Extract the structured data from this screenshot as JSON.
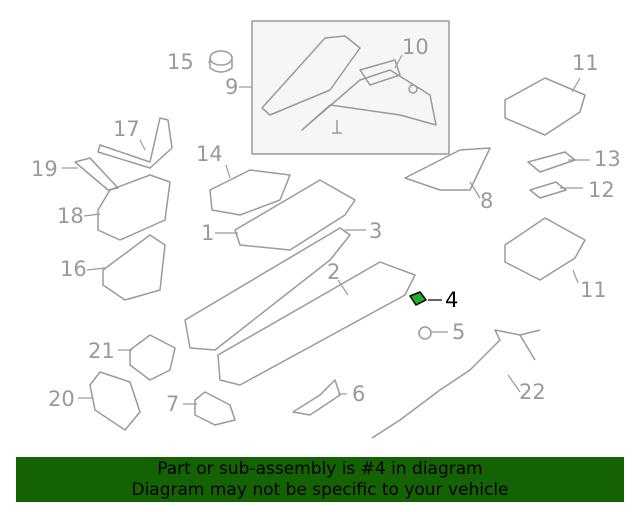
{
  "callouts": {
    "c1": "1",
    "c2": "2",
    "c3": "3",
    "c4": "4",
    "c5": "5",
    "c6": "6",
    "c7": "7",
    "c8": "8",
    "c9": "9",
    "c10": "10",
    "c11a": "11",
    "c11b": "11",
    "c12": "12",
    "c13": "13",
    "c14": "14",
    "c15": "15",
    "c16": "16",
    "c17": "17",
    "c18": "18",
    "c19": "19",
    "c20": "20",
    "c21": "21",
    "c22": "22"
  },
  "highlighted_part": "4",
  "colors": {
    "line": "#9a9a9a",
    "highlight": "#000000",
    "banner": "#156205"
  },
  "banner": {
    "line1": "Part or sub-assembly is #4 in diagram",
    "line2": "Diagram may not be specific to your vehicle"
  }
}
